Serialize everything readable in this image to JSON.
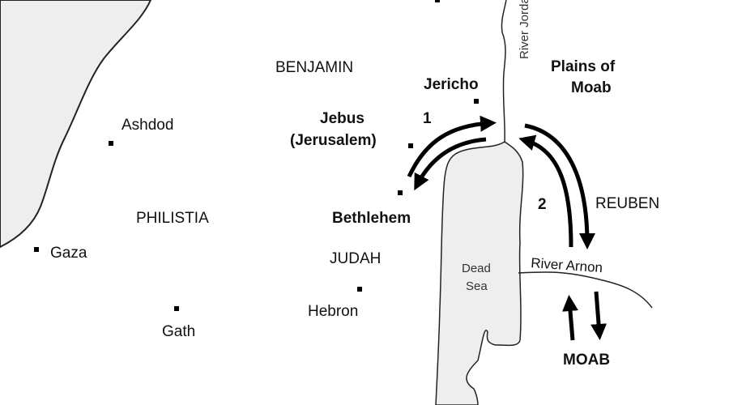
{
  "colors": {
    "water": "#eeeeee",
    "outline": "#222222",
    "arrow": "#000000"
  },
  "regions": {
    "benjamin": "BENJAMIN",
    "philistia": "PHILISTIA",
    "judah": "JUDAH",
    "reuben": "REUBEN",
    "moab": "MOAB"
  },
  "cities": {
    "jericho": "Jericho",
    "jebus_1": "Jebus",
    "jebus_2": "(Jerusalem)",
    "ashdod": "Ashdod",
    "bethlehem": "Bethlehem",
    "gaza": "Gaza",
    "hebron": "Hebron",
    "gath": "Gath"
  },
  "plains": {
    "line1": "Plains of",
    "line2": "Moab"
  },
  "water": {
    "jordan": "River Jordan",
    "arnon": "River Arnon",
    "dead_sea_1": "Dead",
    "dead_sea_2": "Sea"
  },
  "route_numbers": {
    "one": "1",
    "two": "2"
  }
}
